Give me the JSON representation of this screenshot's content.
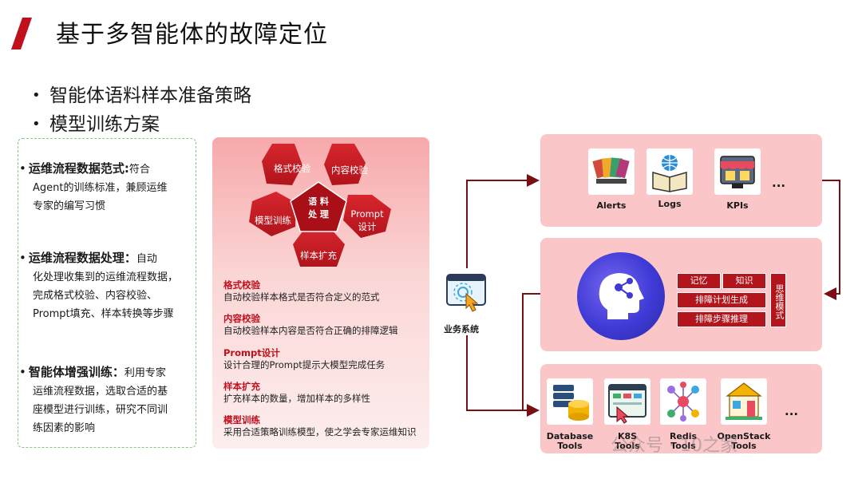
{
  "header": {
    "title": "基于多智能体的故障定位"
  },
  "bullets": [
    "智能体语料样本准备策略",
    "模型训练方案"
  ],
  "left_panel": {
    "sections": [
      {
        "head": "运维流程数据范式:",
        "line1": "符合",
        "line2": "Agent的训练标准，兼顾运维",
        "line3": "专家的编写习惯"
      },
      {
        "head": "运维流程数据处理：",
        "line1": "自动",
        "line2": "化处理收集到的运维流程数据，",
        "line3": "完成格式校验、内容校验、",
        "line4": "Prompt填充、样本转换等步骤"
      },
      {
        "head": "智能体增强训练：",
        "line1": "利用专家",
        "line2": "运维流程数据，选取合适的基",
        "line3": "座模型进行训练，研究不同训",
        "line4": "练因素的影响"
      }
    ]
  },
  "middle_panel": {
    "center_line1": "语 料",
    "center_line2": "处 理",
    "petals": [
      "格式校验",
      "内容校验",
      "模型训练",
      "Prompt",
      "设计",
      "样本扩充"
    ],
    "items": [
      {
        "head": "格式校验",
        "desc": "自动校验样本格式是否符合定义的范式"
      },
      {
        "head": "内容校验",
        "desc": "自动校验样本内容是否符合正确的排障逻辑"
      },
      {
        "head": "Prompt设计",
        "desc": "设计合理的Prompt提示大模型完成任务"
      },
      {
        "head": "样本扩充",
        "desc": "扩充样本的数量，增加样本的多样性"
      },
      {
        "head": "模型训练",
        "desc": "采用合适策略训练模型，使之学会专家运维知识"
      }
    ]
  },
  "system": {
    "label": "业务系统"
  },
  "data_sources": {
    "items": [
      "Alerts",
      "Logs",
      "KPIs"
    ],
    "more": "..."
  },
  "agent_box": {
    "memory": "记忆",
    "knowledge": "知识",
    "plan": "排障计划生成",
    "reason": "排障步骤推理",
    "thinking_mode": "思维模式"
  },
  "tools": {
    "items": [
      {
        "l1": "Database",
        "l2": "Tools"
      },
      {
        "l1": "K8S",
        "l2": "Tools"
      },
      {
        "l1": "Redis",
        "l2": "Tools"
      },
      {
        "l1": "OpenStack",
        "l2": "Tools"
      }
    ],
    "more": "..."
  },
  "watermark": "公众号 · 10之家",
  "colors": {
    "brand_red": "#c0101c",
    "panel_pink": "#fbc6c8",
    "dark_red": "#b3151d",
    "arrow": "#7a0f16",
    "green_border": "#86c686",
    "agent_blue": "#3f3ad6"
  }
}
